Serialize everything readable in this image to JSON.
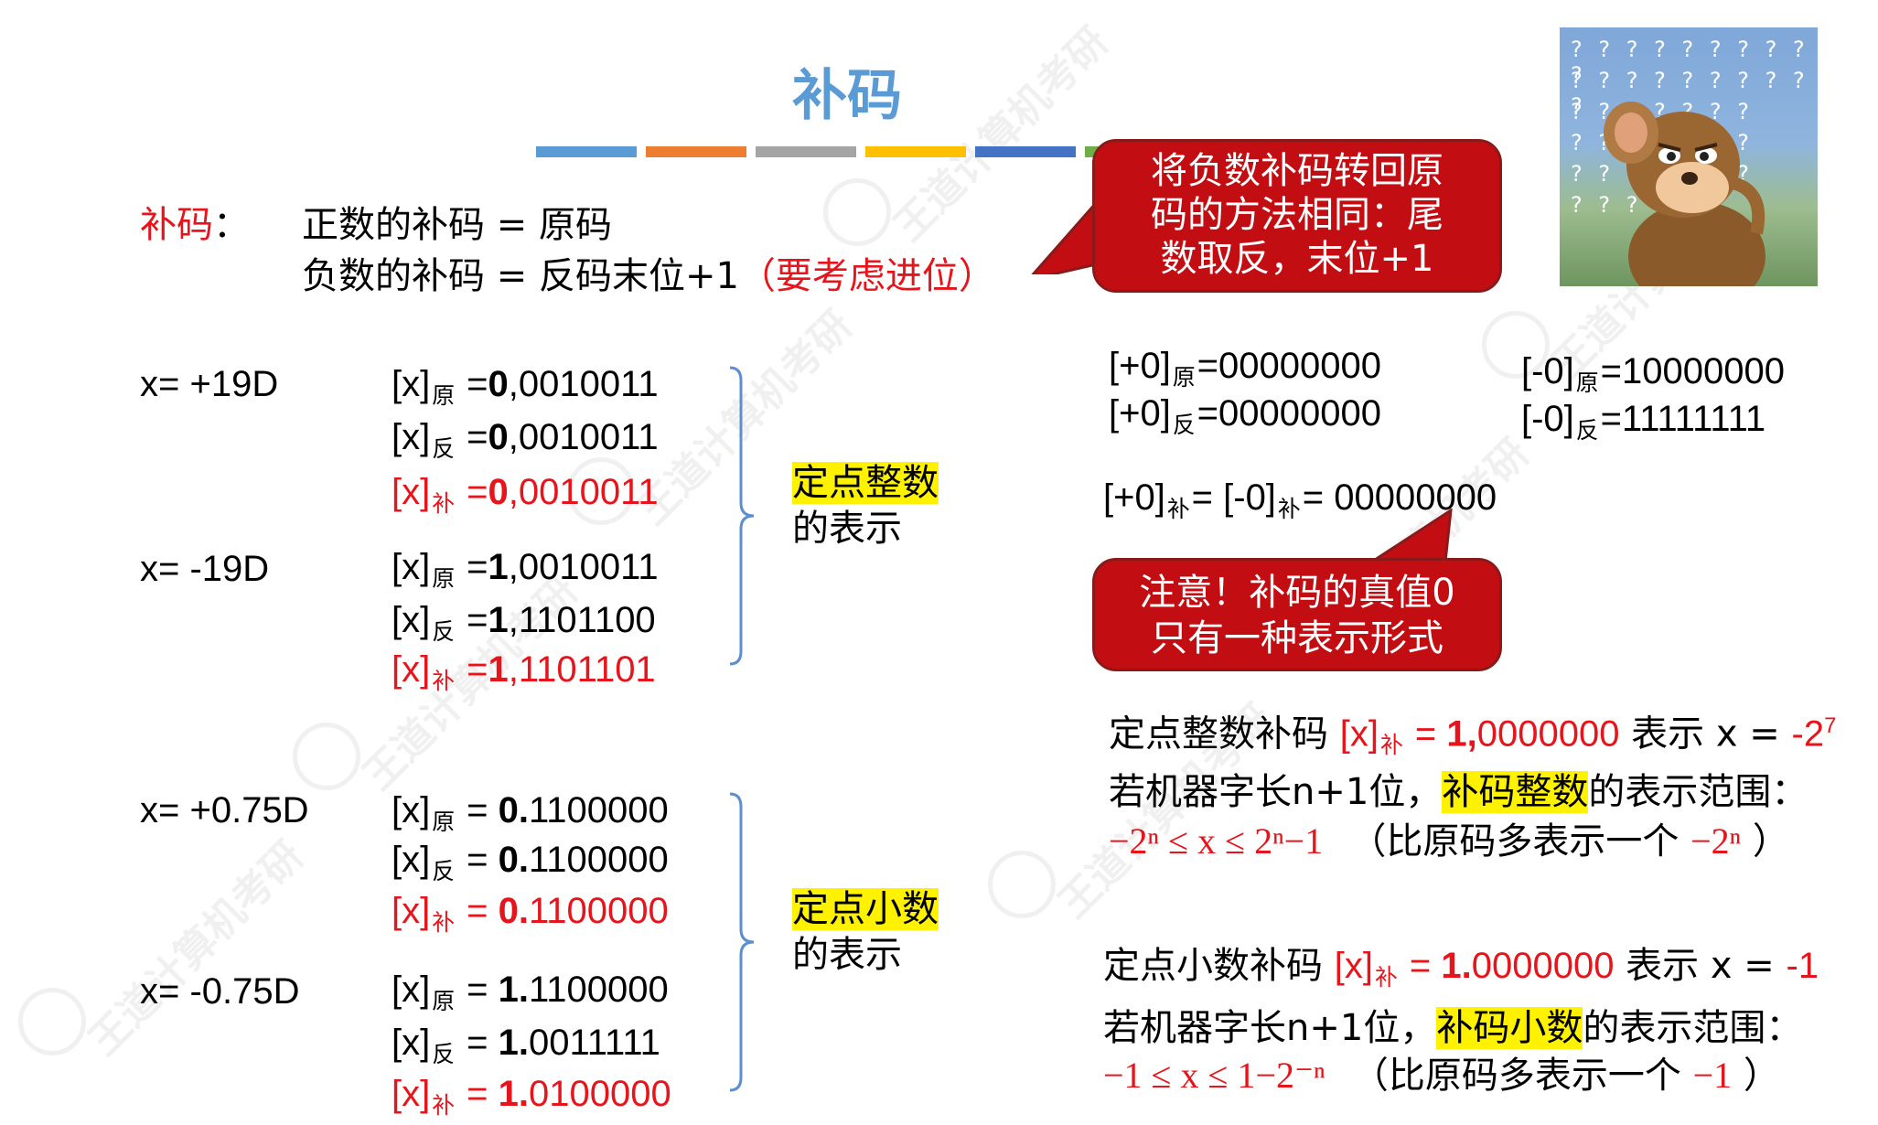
{
  "slide": {
    "title": "补码",
    "watermark": "王道计算机考研",
    "color_bars": [
      "#5b9bd5",
      "#ed7d31",
      "#a5a5a5",
      "#ffc000",
      "#4472c4",
      "#70ad47"
    ],
    "definition": {
      "label": "补码",
      "colon": "：",
      "line1": "正数的补码 = 原码",
      "line2_main": "负数的补码 = 反码末位+1",
      "line2_note": "（要考虑进位）"
    },
    "callouts": {
      "convert_back": [
        "将负数补码转回原",
        "码的方法相同：尾",
        "数取反，末位+1"
      ],
      "note_zero": [
        "注意！补码的真值0",
        "只有一种表示形式"
      ]
    },
    "integer_examples": [
      {
        "x": "x= +19D",
        "rows": [
          {
            "pre": "[x]",
            "sub": "原",
            "eq": " =",
            "sign": "0",
            "rest": ",0010011",
            "red": false
          },
          {
            "pre": "[x]",
            "sub": "反",
            "eq": " =",
            "sign": "0",
            "rest": ",0010011",
            "red": false
          },
          {
            "pre": "[x]",
            "sub": "补",
            "eq": " =",
            "sign": "0",
            "rest": ",0010011",
            "red": true
          }
        ]
      },
      {
        "x": "x= -19D",
        "rows": [
          {
            "pre": "[x]",
            "sub": "原",
            "eq": " =",
            "sign": "1",
            "rest": ",0010011",
            "red": false
          },
          {
            "pre": "[x]",
            "sub": "反",
            "eq": " =",
            "sign": "1",
            "rest": ",1101100",
            "red": false
          },
          {
            "pre": "[x]",
            "sub": "补",
            "eq": " =",
            "sign": "1",
            "rest": ",1101101",
            "red": true
          }
        ]
      }
    ],
    "fraction_examples": [
      {
        "x": "x= +0.75D",
        "rows": [
          {
            "pre": "[x]",
            "sub": "原",
            "eq": " = ",
            "sign": "0.",
            "rest": "1100000",
            "red": false
          },
          {
            "pre": "[x]",
            "sub": "反",
            "eq": " = ",
            "sign": "0.",
            "rest": "1100000",
            "red": false
          },
          {
            "pre": "[x]",
            "sub": "补",
            "eq": " = ",
            "sign": "0.",
            "rest": "1100000",
            "red": true
          }
        ]
      },
      {
        "x": "x= -0.75D",
        "rows": [
          {
            "pre": "[x]",
            "sub": "原",
            "eq": " = ",
            "sign": "1.",
            "rest": "1100000",
            "red": false
          },
          {
            "pre": "[x]",
            "sub": "反",
            "eq": " = ",
            "sign": "1.",
            "rest": "0011111",
            "red": false
          },
          {
            "pre": "[x]",
            "sub": "补",
            "eq": " = ",
            "sign": "1.",
            "rest": "0100000",
            "red": true
          }
        ]
      }
    ],
    "integer_label": {
      "highlight": "定点整数",
      "rest": "的表示"
    },
    "fraction_label": {
      "highlight": "定点小数",
      "rest": "的表示"
    },
    "zero": {
      "pos_orig": {
        "pre": "[+0]",
        "sub": "原",
        "val": "=00000000"
      },
      "pos_inv": {
        "pre": "[+0]",
        "sub": "反",
        "val": "=00000000"
      },
      "neg_orig": {
        "pre": "[-0]",
        "sub": "原",
        "val": "=10000000"
      },
      "neg_inv": {
        "pre": "[-0]",
        "sub": "反",
        "val": "=11111111"
      },
      "comp": {
        "a": "[+0]",
        "a_sub": "补",
        "mid": "= [-0]",
        "b_sub": "补",
        "val": "= 00000000"
      }
    },
    "int_min": {
      "lead": "定点整数补码 ",
      "term": "[x]",
      "term_sub": "补",
      "eq": " = ",
      "bold": "1,",
      "val": "0000000",
      "mid": " 表示 x = ",
      "result": "-2",
      "exp": "7"
    },
    "int_range": {
      "lead": "若机器字长n+1位，",
      "highlight": "补码整数",
      "tail": "的表示范围：",
      "formula": "−2ⁿ  ≤ x ≤ 2ⁿ−1",
      "paren_open": "（比原码多表示一个 ",
      "paren_val": "−2ⁿ",
      "paren_close": " ）"
    },
    "frac_min": {
      "lead": "定点小数补码 ",
      "term": "[x]",
      "term_sub": "补",
      "eq": " = ",
      "bold": "1.",
      "val": "0000000",
      "mid": " 表示 x = ",
      "result": "-1"
    },
    "frac_range": {
      "lead": "若机器字长n+1位，",
      "highlight": "补码小数",
      "tail": "的表示范围：",
      "formula": "−1  ≤ x ≤ 1−2⁻ⁿ",
      "paren_open": "（比原码多表示一个 ",
      "paren_val": "−1",
      "paren_close": " ）"
    },
    "image": {
      "description_icon": "confused-mouse-icon",
      "question_rows": [
        "? ? ? ? ? ? ? ? ? ?",
        "? ? ? ? ? ? ? ? ? ?",
        "? ? ?            ? ? ? ?",
        "? ? ?            ? ? ? ?",
        "? ? ?            ? ? ? ?",
        "? ? ?"
      ]
    }
  }
}
